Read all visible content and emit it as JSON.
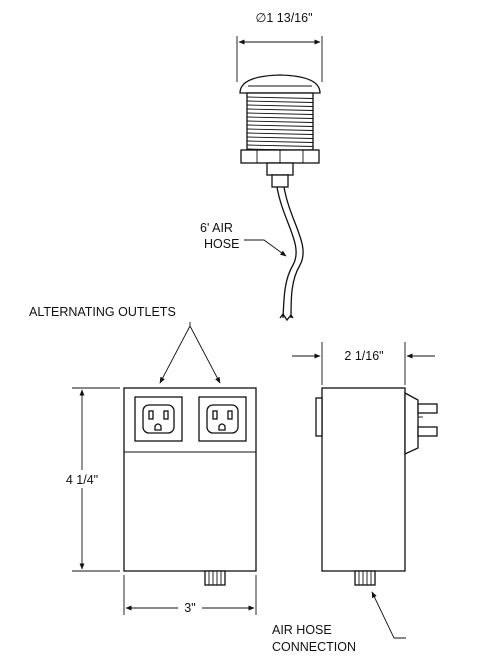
{
  "dimensions": {
    "button_diameter": "∅1 13/16\"",
    "height": "4 1/4\"",
    "width": "3\"",
    "depth": "2 1/16\""
  },
  "labels": {
    "air_hose_line1": "6' AIR",
    "air_hose_line2": "HOSE",
    "outlets": "ALTERNATING OUTLETS",
    "connection_line1": "AIR HOSE",
    "connection_line2": "CONNECTION"
  }
}
